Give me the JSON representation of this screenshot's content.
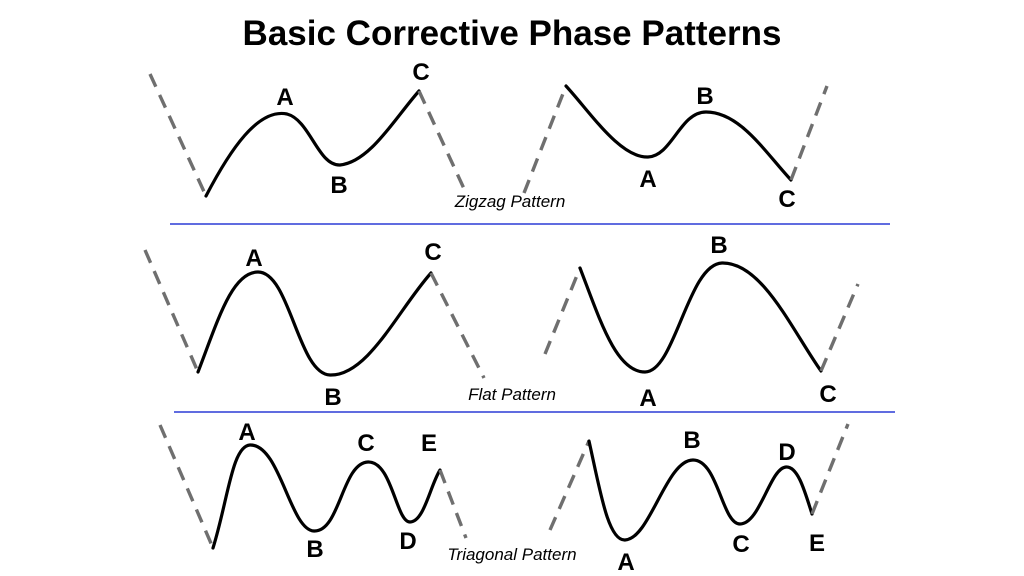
{
  "title": "Basic Corrective Phase Patterns",
  "colors": {
    "wave": "#000000",
    "dashed_leg": "#6f6f6f",
    "separator": "#2b3bd6",
    "background": "#ffffff"
  },
  "patterns": [
    {
      "id": "zigzag",
      "caption": "Zigzag Pattern",
      "bullish_labels": [
        "A",
        "B",
        "C"
      ],
      "bearish_labels": [
        "A",
        "B",
        "C"
      ]
    },
    {
      "id": "flat",
      "caption": "Flat Pattern",
      "bullish_labels": [
        "A",
        "B",
        "C"
      ],
      "bearish_labels": [
        "A",
        "B",
        "C"
      ]
    },
    {
      "id": "triagonal",
      "caption": "Triagonal Pattern",
      "bullish_labels": [
        "A",
        "B",
        "C",
        "D",
        "E"
      ],
      "bearish_labels": [
        "A",
        "B",
        "C",
        "D",
        "E"
      ]
    }
  ]
}
